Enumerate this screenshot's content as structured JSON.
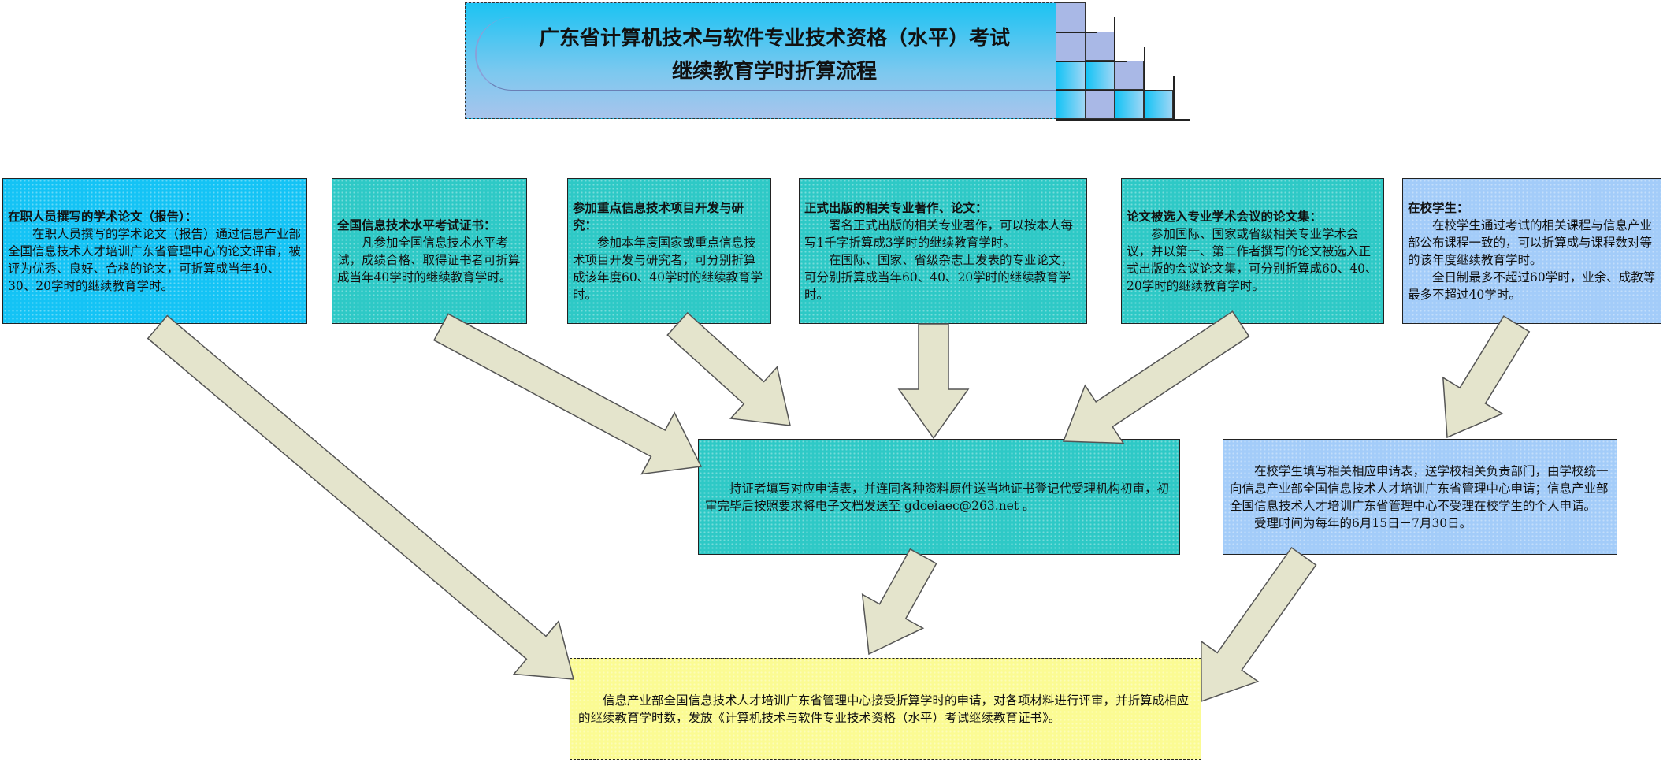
{
  "title": {
    "line1": "广东省计算机技术与软件专业技术资格（水平）考试",
    "line2": "继续教育学时折算流程"
  },
  "sources": [
    {
      "heading": "在职人员撰写的学术论文（报告）：",
      "paragraphs": [
        "在职人员撰写的学术论文（报告）通过信息产业部全国信息技术人才培训广东省管理中心的论文评审，被评为优秀、良好、合格的论文，可折算成当年40、30、20学时的继续教育学时。"
      ]
    },
    {
      "heading": "全国信息技术水平考试证书：",
      "paragraphs": [
        "凡参加全国信息技术水平考试，成绩合格、取得证书者可折算成当年40学时的继续教育学时。"
      ]
    },
    {
      "heading": "参加重点信息技术项目开发与研究：",
      "paragraphs": [
        "参加本年度国家或重点信息技术项目开发与研究者，可分别折算成该年度60、40学时的继续教育学时。"
      ]
    },
    {
      "heading": "正式出版的相关专业著作、论文：",
      "paragraphs": [
        "署名正式出版的相关专业著作，可以按本人每写1千字折算成3学时的继续教育学时。",
        "在国际、国家、省级杂志上发表的专业论文，可分别折算成当年60、40、20学时的继续教育学时。"
      ]
    },
    {
      "heading": "论文被选入专业学术会议的论文集：",
      "paragraphs": [
        "参加国际、国家或省级相关专业学术会议，并以第一、第二作者撰写的论文被选入正式出版的会议论文集，可分别折算成60、40、20学时的继续教育学时。"
      ]
    },
    {
      "heading": "在校学生：",
      "paragraphs": [
        "在校学生通过考试的相关课程与信息产业部公布课程一致的，可以折算成与课程数对等的该年度继续教育学时。",
        "全日制最多不超过60学时，业余、成教等最多不超过40学时。"
      ]
    }
  ],
  "holder_step": "持证者填写对应申请表，并连同各种资料原件送当地证书登记代受理机构初审，初审完毕后按照要求将电子文档发送至 gdceiaec@263.net 。",
  "student_step": {
    "paragraphs": [
      "在校学生填写相关相应申请表，送学校相关负责部门，由学校统一向信息产业部全国信息技术人才培训广东省管理中心申请；信息产业部全国信息技术人才培训广东省管理中心不受理在校学生的个人申请。",
      "受理时间为每年的6月15日－7月30日。"
    ]
  },
  "final_step": "信息产业部全国信息技术人才培训广东省管理中心接受折算学时的申请，对各项材料进行评审，并折算成相应的继续教育学时数，发放《计算机技术与软件专业技术资格（水平）考试继续教育证书》。",
  "colors": {
    "cyan": "#14c3f5",
    "teal": "#2ec9c6",
    "blue": "#a3ccf9",
    "yellow": "#fbfb93",
    "arrow": "#e4e4cc"
  }
}
